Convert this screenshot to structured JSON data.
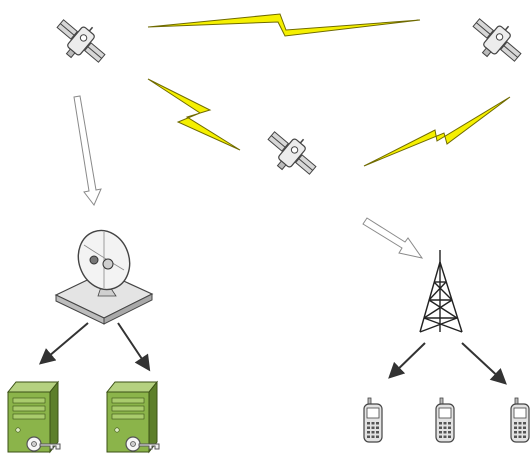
{
  "diagram": {
    "nodes": [
      {
        "id": "sat-left",
        "kind": "satellite",
        "icon": "satellite-icon"
      },
      {
        "id": "sat-right",
        "kind": "satellite",
        "icon": "satellite-icon"
      },
      {
        "id": "sat-center",
        "kind": "satellite",
        "icon": "satellite-icon"
      },
      {
        "id": "dish",
        "kind": "satellite-dish",
        "icon": "satellite-dish-icon"
      },
      {
        "id": "server-1",
        "kind": "server",
        "icon": "server-with-key-icon"
      },
      {
        "id": "server-2",
        "kind": "server",
        "icon": "server-with-key-icon"
      },
      {
        "id": "tower",
        "kind": "cell-tower",
        "icon": "cell-tower-icon"
      },
      {
        "id": "phone-1",
        "kind": "mobile-phone",
        "icon": "mobile-phone-icon"
      },
      {
        "id": "phone-2",
        "kind": "mobile-phone",
        "icon": "mobile-phone-icon"
      },
      {
        "id": "phone-3",
        "kind": "mobile-phone",
        "icon": "mobile-phone-icon"
      }
    ],
    "links": [
      {
        "from": "sat-left",
        "to": "sat-right",
        "style": "lightning"
      },
      {
        "from": "sat-left",
        "to": "sat-center",
        "style": "lightning"
      },
      {
        "from": "sat-center",
        "to": "sat-right",
        "style": "lightning"
      },
      {
        "from": "sat-left",
        "to": "dish",
        "style": "hollow-arrow"
      },
      {
        "from": "sat-center",
        "to": "tower",
        "style": "hollow-arrow"
      },
      {
        "from": "dish",
        "to": "server-1",
        "style": "arrow"
      },
      {
        "from": "dish",
        "to": "server-2",
        "style": "arrow"
      },
      {
        "from": "tower",
        "to": "phone-1",
        "style": "arrow"
      },
      {
        "from": "tower",
        "to": "phone-3",
        "style": "arrow"
      }
    ],
    "colors": {
      "lightning_fill": "#f5f000",
      "lightning_stroke": "#6f6a00",
      "server_green": "#8bb44a",
      "server_dark": "#5d7f2a",
      "device_gray": "#c9c9c9",
      "outline": "#333333"
    }
  }
}
